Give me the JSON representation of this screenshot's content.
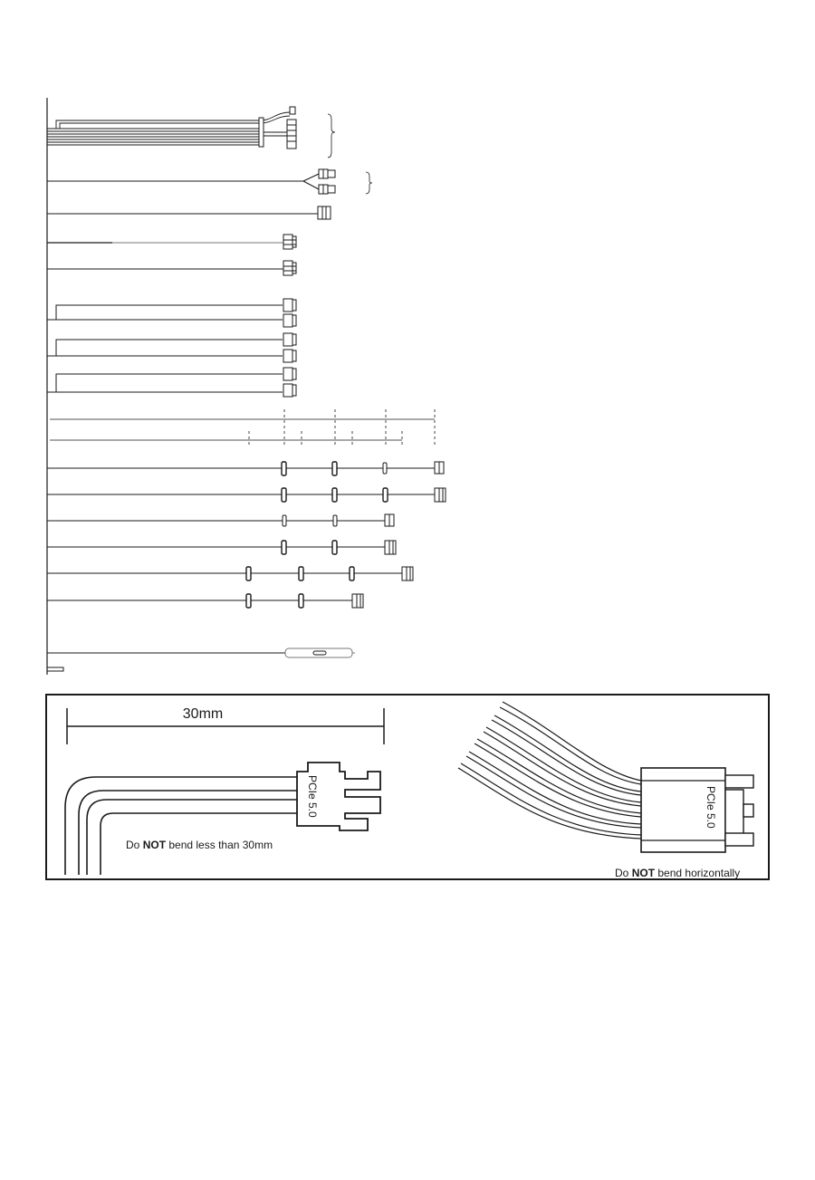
{
  "bend_panel": {
    "dimension_label": "30mm",
    "connector_label": "PCIe 5.0",
    "warning_prefix": "Do ",
    "warning_emphasis": "NOT",
    "warning_suffix": " bend less than 30mm"
  },
  "horizontal_panel": {
    "connector_label": "PCIe 5.0",
    "warning_prefix": "Do ",
    "warning_emphasis": "NOT",
    "warning_suffix": " bend horizontally"
  },
  "colors": {
    "line": "#1a1a1a",
    "light_line": "#777777",
    "background": "#ffffff"
  }
}
